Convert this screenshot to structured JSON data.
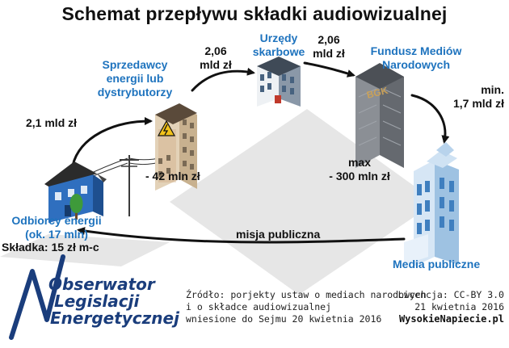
{
  "title": "Schemat przepływu składki audiowizualnej",
  "nodes": {
    "sellers": [
      "Sprzedawcy",
      "energii lub",
      "dystrybutorzy"
    ],
    "tax_offices": [
      "Urzędy",
      "skarbowe"
    ],
    "fund": [
      "Fundusz Mediów",
      "Narodowych"
    ],
    "consumers": [
      "Odbiorcy energii",
      "(ok. 17 mln)"
    ],
    "public_media": "Media publiczne"
  },
  "flows": {
    "consumers_to_sellers": "2,1 mld zł",
    "sellers_to_tax": [
      "2,06",
      "mld zł"
    ],
    "tax_to_fund": [
      "2,06",
      "mld zł"
    ],
    "fund_to_media": [
      "min.",
      "1,7 mld zł"
    ],
    "sellers_retained": "- 42 mln zł",
    "fund_retained": [
      "max",
      "- 300 mln zł"
    ],
    "media_to_consumers": "misja publiczna"
  },
  "fee": "Składka: 15 zł m-c",
  "bank_sign": "BGK",
  "logo": [
    "Obserwator",
    "Legislacji",
    "Energetycznej"
  ],
  "source": [
    "Źródło: porjekty ustaw o mediach narodowych",
    "i o składce audiowizualnej",
    "wniesione do Sejmu 20 kwietnia 2016"
  ],
  "license": [
    "Licencja: CC-BY 3.0",
    "21 kwietnia 2016"
  ],
  "website": "WysokieNapiecie.pl",
  "colors": {
    "accent_blue": "#1e73be",
    "logo_blue": "#1a3d7c",
    "arrow": "#111111",
    "floor": "#e6e6e6"
  },
  "icons": [
    "house-icon",
    "power-pole-icon",
    "apartment-block-icon",
    "high-voltage-icon",
    "tax-office-icon",
    "bgk-tower-icon",
    "media-tower-icon",
    "tree-icon",
    "logo-n-icon"
  ]
}
